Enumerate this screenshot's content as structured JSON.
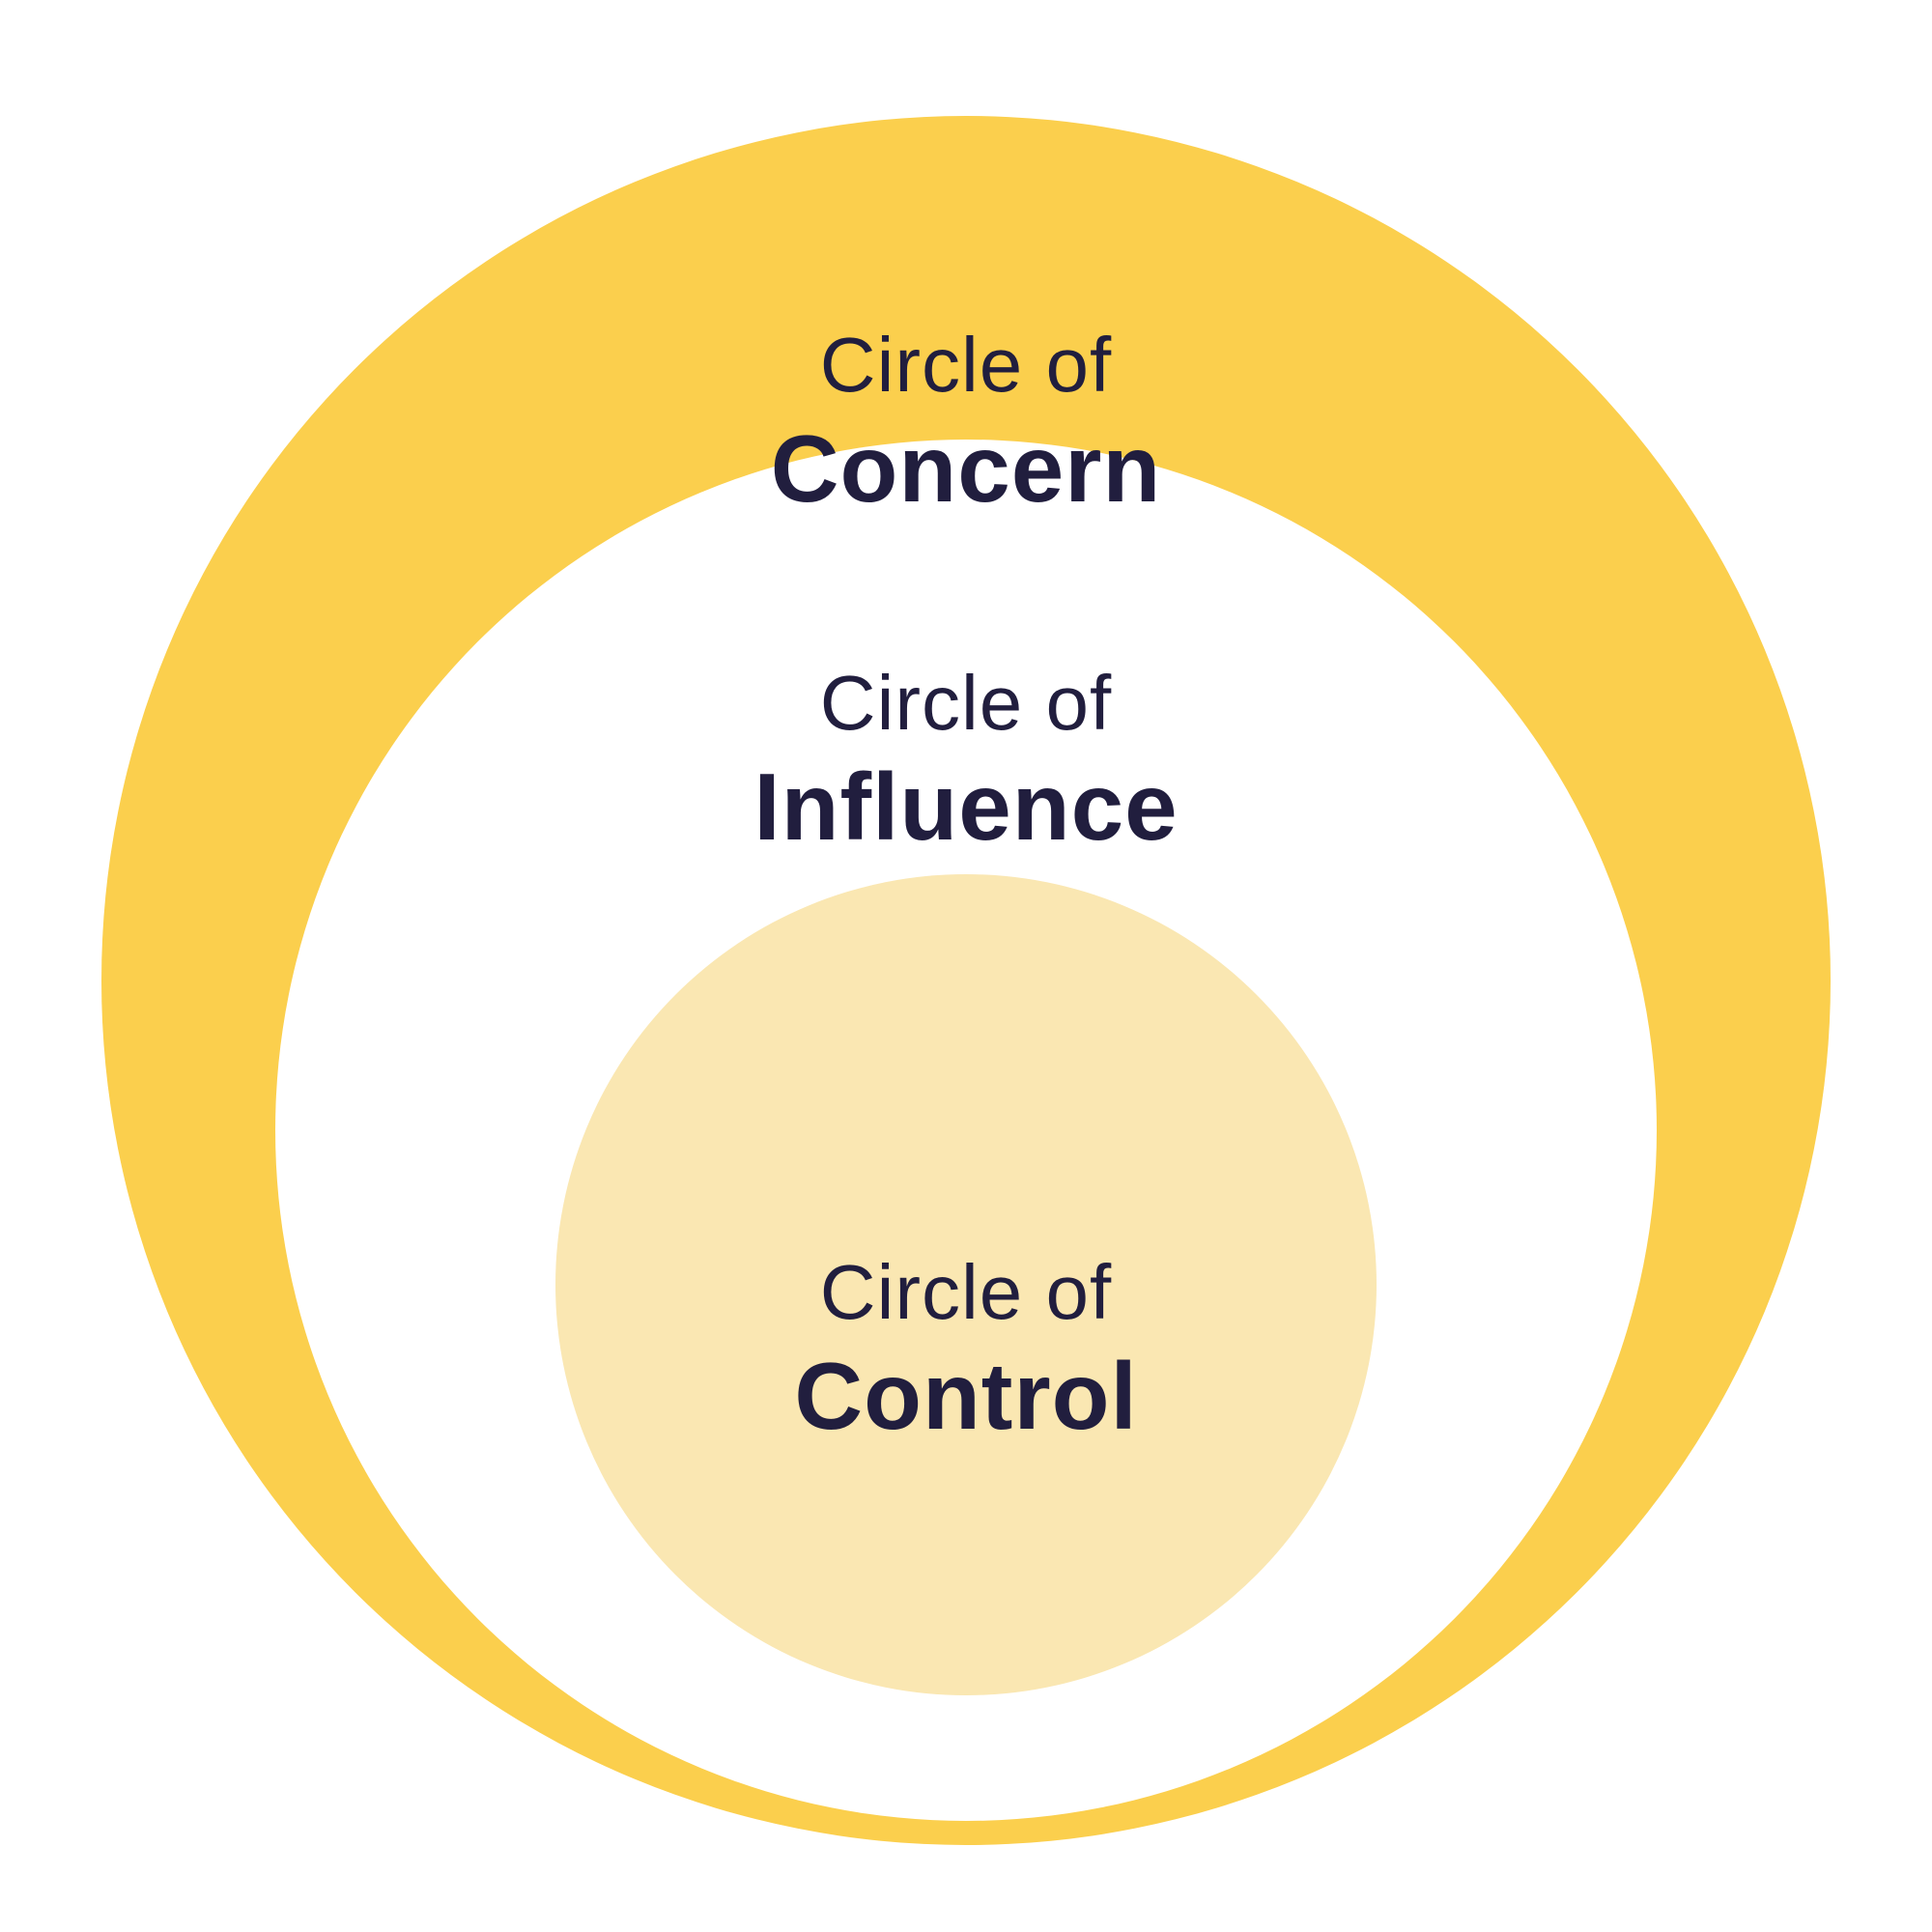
{
  "diagram": {
    "type": "nested-circles",
    "text_color": "#211E3E",
    "background_color": "#ffffff",
    "circles": [
      {
        "id": "concern",
        "label_prefix": "Circle of",
        "label_bold": "Concern",
        "fill": "#FBCF4D"
      },
      {
        "id": "influence",
        "label_prefix": "Circle of",
        "label_bold": "Influence",
        "fill": "#FFFFFF"
      },
      {
        "id": "control",
        "label_prefix": "Circle of",
        "label_bold": "Control",
        "fill": "#FAE7B2"
      }
    ]
  }
}
